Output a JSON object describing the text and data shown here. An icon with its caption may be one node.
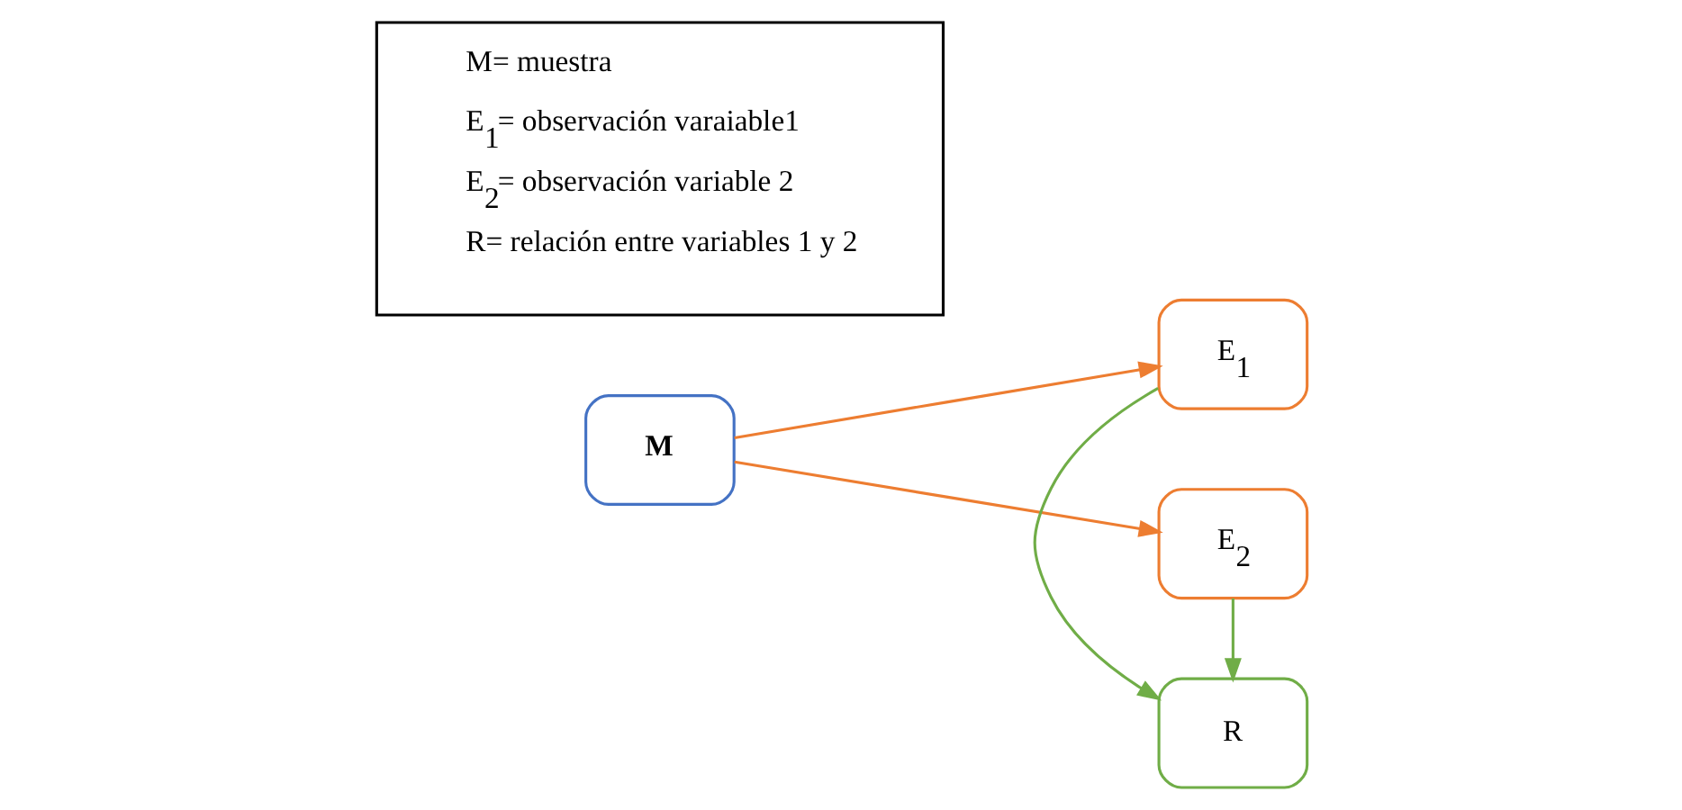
{
  "diagram": {
    "nodes": [
      {
        "text": [
          "M"
        ]
      },
      {
        "text": [
          "E$_{1}$"
        ]
      },
      {
        "text": [
          "R"
        ]
      },
      {
        "text": [
          "E$_{2}$"
        ]
      },
      {
        "text": [
          "M= muestra",
          "E$_{1}$= observación varaiable1",
          "E$_{2}$= observación variable 2",
          "R= relación entre variables 1 y 2"
        ]
      }
    ],
    "edges": [
      {
        "from": 0,
        "to": 1,
        "arrow": "to",
        "color": "#ed7d31"
      },
      {
        "from": 0,
        "to": 3,
        "arrow": "to",
        "color": "#ed7d31"
      },
      {
        "from": 1,
        "to": 2,
        "arrow": "to",
        "color": "#70ad47"
      },
      {
        "from": 3,
        "to": 2,
        "arrow": "to",
        "color": "#70ad47"
      }
    ]
  }
}
